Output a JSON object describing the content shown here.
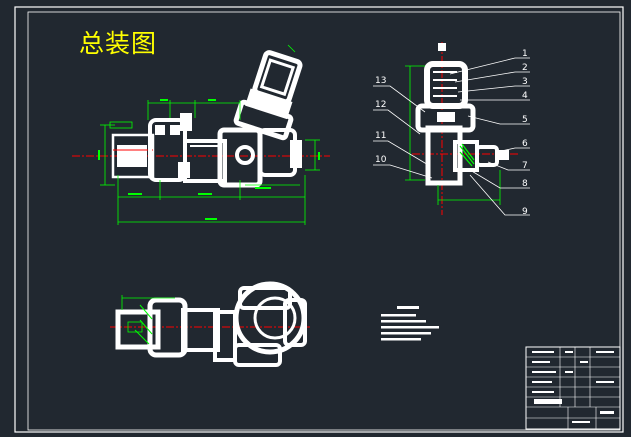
{
  "drawing": {
    "title": "总装图",
    "part_numbers_right": [
      "1",
      "2",
      "3",
      "4",
      "5",
      "6",
      "7",
      "8",
      "9"
    ],
    "part_numbers_left": [
      "13",
      "12",
      "11",
      "10"
    ]
  },
  "colors": {
    "background": "#212830",
    "outline": "#ffffff",
    "title": "#ffff00",
    "centerline": "#ff0000",
    "dimension": "#00ff00",
    "hatch": "#00ff00"
  }
}
